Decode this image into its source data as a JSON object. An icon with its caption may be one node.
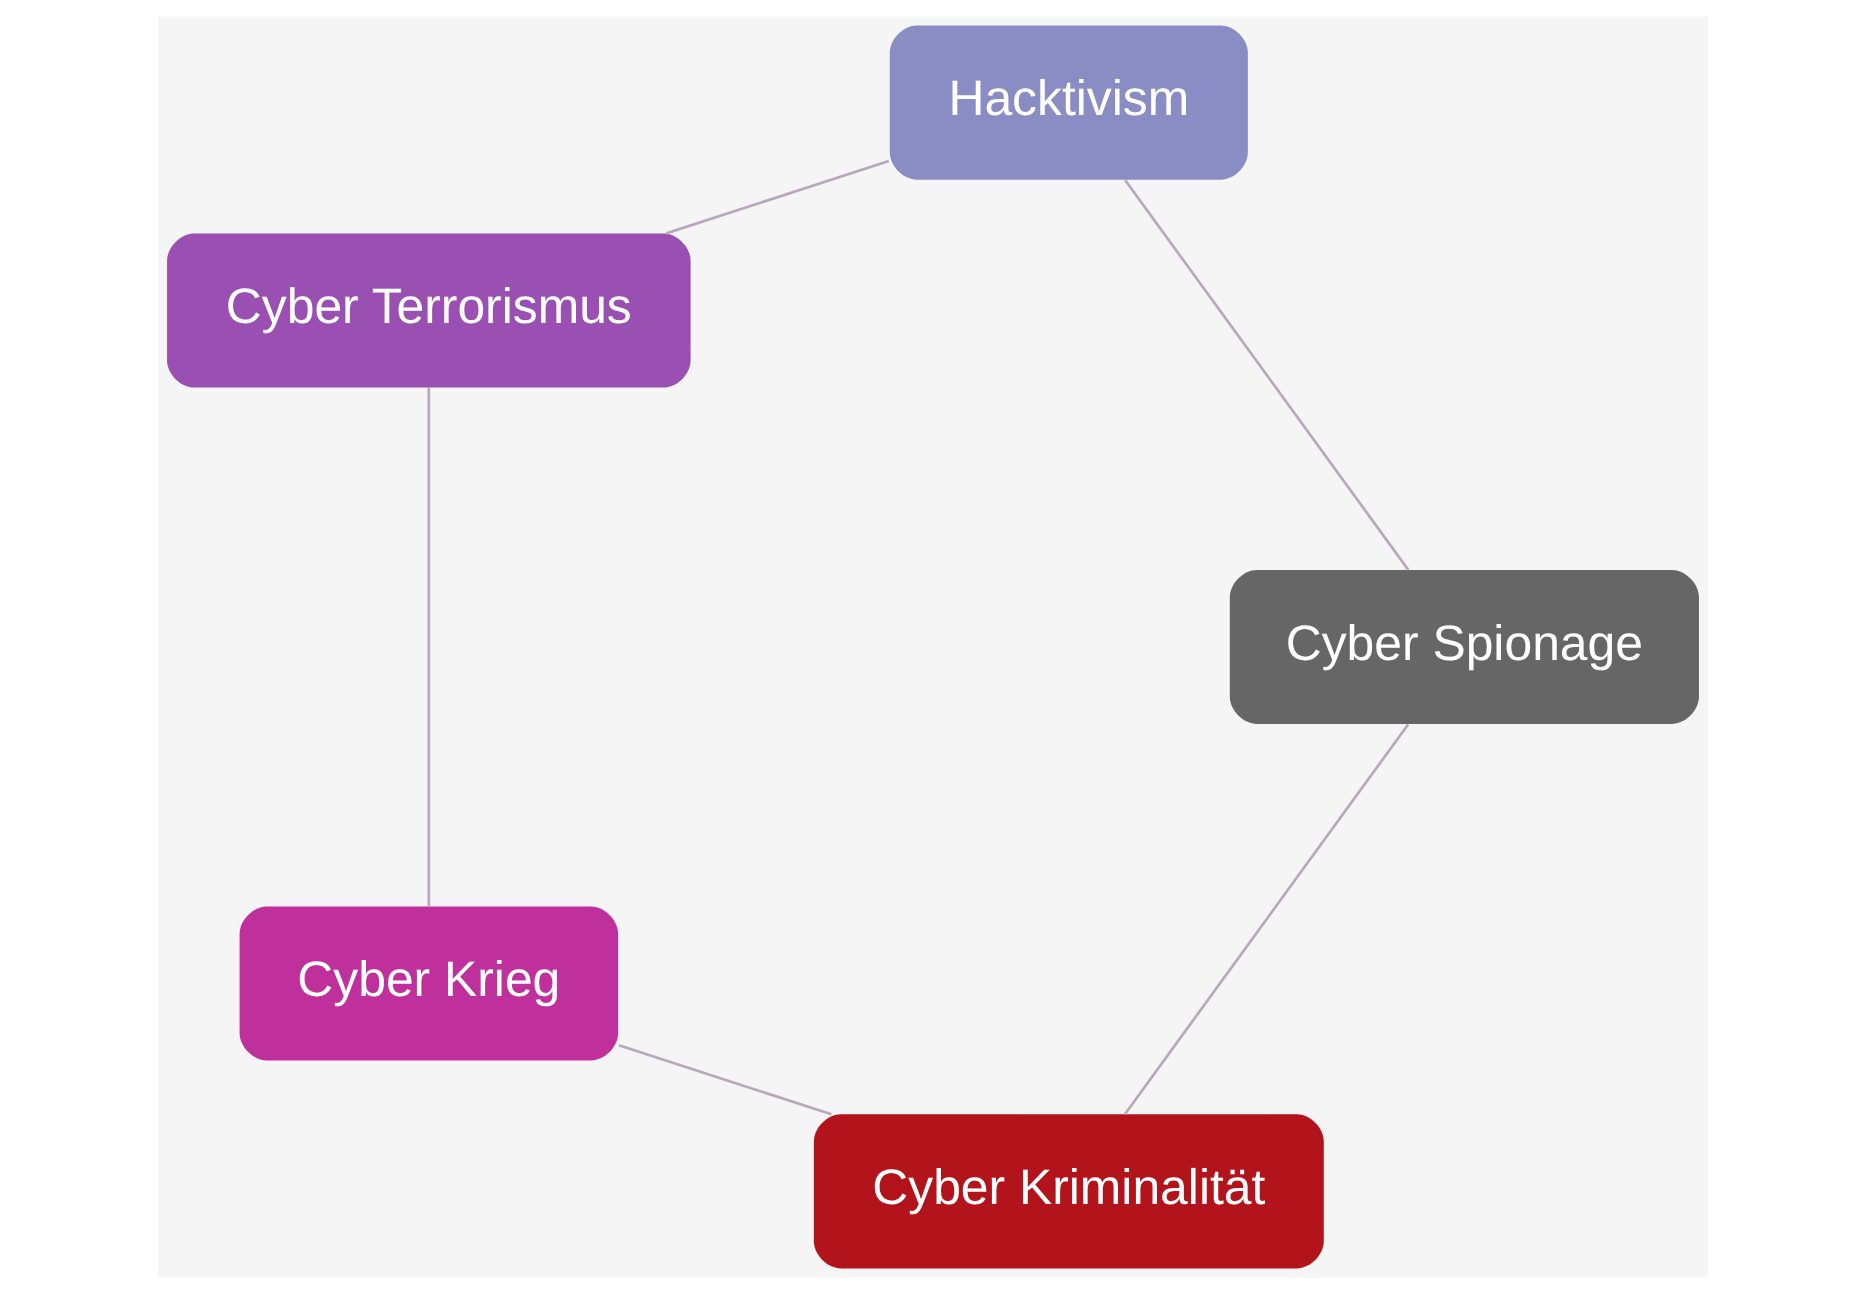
{
  "diagram": {
    "nodes": [
      {
        "text": [
          "Cyber Kriminalität"
        ]
      },
      {
        "text": [
          "Cyber Krieg"
        ]
      },
      {
        "text": [
          "Cyber Spionage"
        ]
      },
      {
        "text": [
          "Cyber Terrorismus"
        ]
      },
      {
        "text": [
          "Hacktivism"
        ]
      }
    ],
    "edges": [
      {
        "from": 0,
        "to": 1,
        "arrow": "none"
      },
      {
        "from": 1,
        "to": 3,
        "arrow": "none"
      },
      {
        "from": 3,
        "to": 4,
        "arrow": "none"
      },
      {
        "from": 4,
        "to": 2,
        "arrow": "none"
      },
      {
        "from": 2,
        "to": 0,
        "arrow": "none"
      }
    ]
  }
}
